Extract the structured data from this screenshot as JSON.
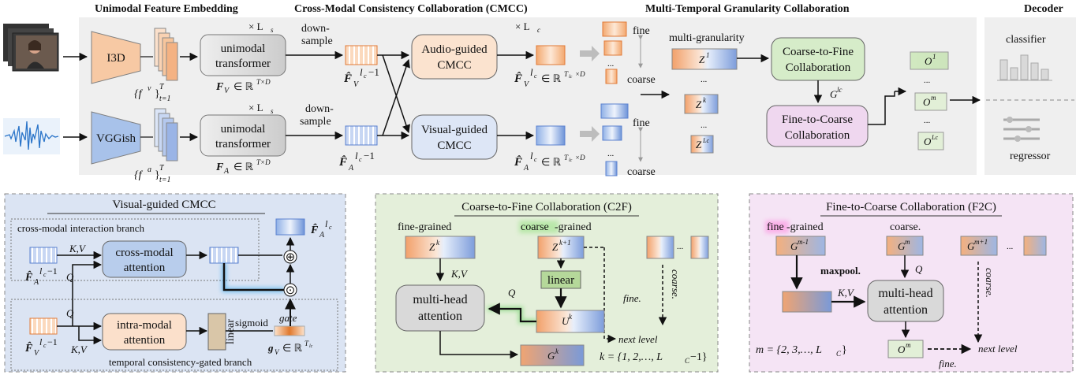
{
  "headers": {
    "unimodal": "Unimodal Feature Embedding",
    "cmcc": "Cross-Modal Consistency Collaboration (CMCC)",
    "mtgc": "Multi-Temporal Granularity Collaboration",
    "decoder": "Decoder"
  },
  "top": {
    "i3d": "I3D",
    "vggish": "VGGish",
    "unimodal_transformer": "unimodal transformer",
    "times_ls": "× L",
    "ls_sub": "s",
    "times_lc": "× L",
    "lc_sub": "c",
    "feat_v": "{f",
    "feat_v_sup": "v",
    "feat_v_tail": "}",
    "feat_sub": "t=1",
    "feat_sup_T": "T",
    "feat_a_sup": "a",
    "fv_eq": "F",
    "fv_sub": "V",
    "fa_sub": "A",
    "in_rtd": "∈ ℝ",
    "rtd_sup": "T×D",
    "down": "down-",
    "sample": "sample",
    "audio_cmcc_1": "Audio-guided",
    "audio_cmcc_2": "CMCC",
    "visual_cmcc_1": "Visual-guided",
    "visual_cmcc_2": "CMCC",
    "hat_fv": "F̂",
    "lc_minus_1": "l",
    "lc_minus_1_sub": "c",
    "minus1": "−1",
    "lc_sup": "l",
    "lc_sub2": "c",
    "rtlc": "∈ ℝ",
    "rtlc_sup": "T",
    "rtlc_sup_sub": "lc",
    "rtlc_tail": "×D",
    "fine": "fine",
    "coarse": "coarse",
    "dots": "...",
    "multi_granularity": "multi-granularity",
    "z1": "Z",
    "z1_sup": "1",
    "zk": "Z",
    "zk_sup": "k",
    "zlc": "Z",
    "zlc_sup": "Lc",
    "c2f_1": "Coarse-to-Fine",
    "c2f_2": "Collaboration",
    "f2c_1": "Fine-to-Coarse",
    "f2c_2": "Collaboration",
    "g_lc": "G",
    "g_lc_sup": "lc",
    "o1": "O",
    "o1_sup": "1",
    "om": "O",
    "om_sup": "m",
    "olc": "O",
    "olc_sup": "Lc",
    "classifier": "classifier",
    "regressor": "regressor"
  },
  "panel_vg": {
    "title": "Visual-guided CMCC",
    "branch_top": "cross-modal interaction branch",
    "branch_bottom": "temporal consistency-gated branch",
    "cross_1": "cross-modal",
    "cross_2": "attention",
    "intra_1": "intra-modal",
    "intra_2": "attention",
    "linear": "linear",
    "sigmoid": "sigmoid",
    "gate": "gate",
    "kv": "K,V",
    "q": "Q",
    "gv": "g",
    "gv_sub": "V",
    "gv_in": "∈ ℝ",
    "gv_sup": "T",
    "gv_sup_sub": "lc",
    "oplus": "⊕",
    "odot": "⊙"
  },
  "panel_c2f": {
    "title": "Coarse-to-Fine Collaboration (C2F)",
    "fine_grained": "fine-grained",
    "coarse_grained": "coarse-grained",
    "coarse_hl": "coarse",
    "grained_rest": "-grained",
    "zk": "Z",
    "zk_sup": "k",
    "zk1_sup": "k+1",
    "linear": "linear",
    "kv": "K,V",
    "q": "Q",
    "mha_1": "multi-head",
    "mha_2": "attention",
    "uk": "U",
    "uk_sup": "k",
    "gk": "G",
    "gk_sup": "k",
    "fine": "fine.",
    "coarse": "coarse.",
    "next_level": "next level",
    "dots": "...",
    "k_set": "k = {1, 2,…, L",
    "k_set_sub": "C",
    "k_set_tail": "−1}"
  },
  "panel_f2c": {
    "title": "Fine-to-Coarse Collaboration (F2C)",
    "fine_hl": "fine",
    "grained_rest": "-grained",
    "coarse_lbl": "coarse.",
    "gm1": "G",
    "gm1_sup": "m-1",
    "gm": "G",
    "gm_sup": "m",
    "gmp1_sup": "m+1",
    "maxpool": "maxpool.",
    "kv": "K,V",
    "q": "Q",
    "mha_1": "multi-head",
    "mha_2": "attention",
    "om": "O",
    "om_sup": "m",
    "fine": "fine.",
    "coarse": "coarse.",
    "next_level": "next level",
    "dots": "...",
    "m_set": "m = {2, 3,…, L",
    "m_set_sub": "C",
    "m_set_tail": "}"
  },
  "colors": {
    "orange_box": "#fbe3cf",
    "blue_box": "#dde6f6",
    "gray_box": "#d9d9d9",
    "green_box": "#d6ecc9",
    "purple_box": "#efd7ef",
    "panel_blue": "#dbe4f3",
    "panel_green": "#e4efda",
    "panel_purple": "#f5e4f5",
    "top_gray": "#efefef"
  }
}
